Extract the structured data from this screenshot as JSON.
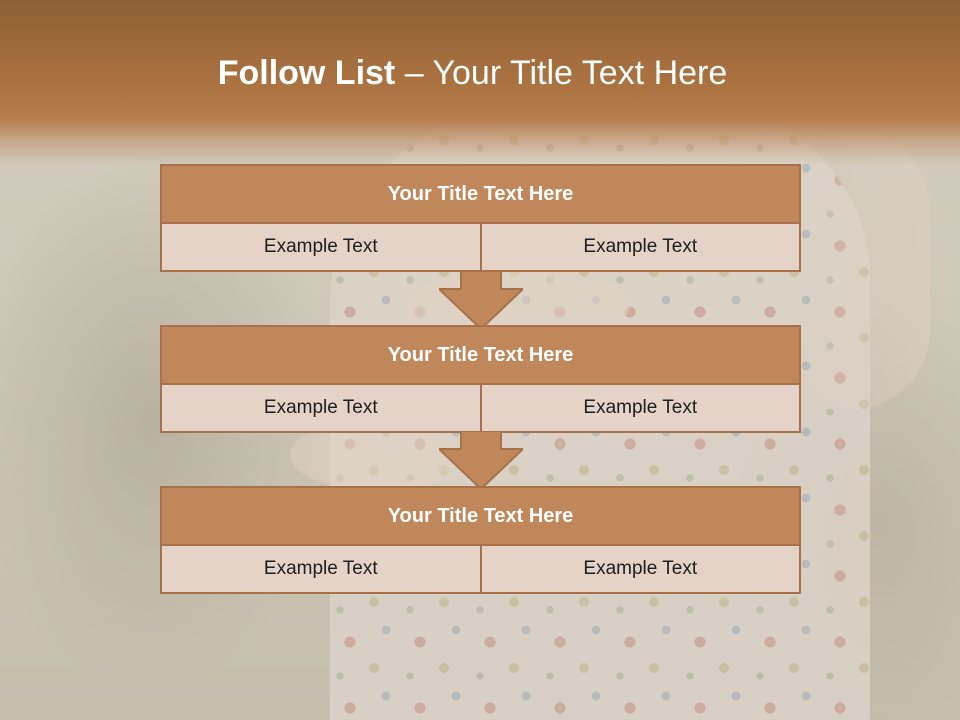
{
  "title": {
    "bold": "Follow List",
    "rest": " – Your Title Text Here"
  },
  "blocks": [
    {
      "title": "Your Title Text Here",
      "left": "Example Text",
      "right": "Example Text"
    },
    {
      "title": "Your Title Text Here",
      "left": "Example Text",
      "right": "Example Text"
    },
    {
      "title": "Your Title Text Here",
      "left": "Example Text",
      "right": "Example Text"
    }
  ],
  "colors": {
    "header_band": "#a8703f",
    "block_header": "#bf875a",
    "block_body": "#e6d3c8",
    "border": "#a9714a"
  }
}
